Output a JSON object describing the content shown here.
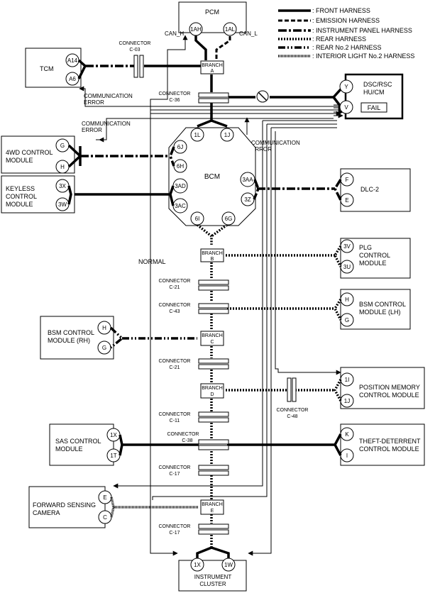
{
  "legend": [
    {
      "label": ": FRONT HARNESS",
      "style": "front"
    },
    {
      "label": ": EMISSION HARNESS",
      "style": "emis"
    },
    {
      "label": ": INSTRUMENT PANEL HARNESS",
      "style": "ip"
    },
    {
      "label": ": REAR HARNESS",
      "style": "rear"
    },
    {
      "label": ": REAR No.2 HARNESS",
      "style": "rear2"
    },
    {
      "label": ": INTERIOR LIGHT No.2 HARNESS",
      "style": "il2"
    }
  ],
  "pcm": {
    "label": "PCM",
    "pin_h": "1AH",
    "pin_l": "1AL",
    "can_h": "CAN_H",
    "can_l": "CAN_L"
  },
  "tcm": {
    "label": "TCM",
    "pin1": "A14",
    "pin2": "A6"
  },
  "connector_c03": {
    "line1": "CONNECTOR",
    "line2": "C-03"
  },
  "branch_a": {
    "line1": "BRANCH",
    "line2": "A"
  },
  "connector_c36": {
    "line1": "CONNECTOR",
    "line2": "C-36"
  },
  "comm_error_1": {
    "line1": "COMMUNICATION",
    "line2": "ERROR"
  },
  "comm_error_2": {
    "line1": "COMMUNICATION",
    "line2": "ERROR"
  },
  "comm_error_3": {
    "line1": "COMMUNICATION",
    "line2": "ERROR"
  },
  "dsc": {
    "line1": "DSC/RSC",
    "line2": "HU/CM",
    "fail": "FAIL",
    "pin1": "Y",
    "pin2": "V"
  },
  "fourwd": {
    "line1": "4WD CONTROL",
    "line2": "MODULE",
    "pin1": "G",
    "pin2": "H"
  },
  "keyless": {
    "line1": "KEYLESS",
    "line2": "CONTROL",
    "line3": "MODULE",
    "pin1": "3X",
    "pin2": "3W"
  },
  "bcm": {
    "label": "BCM",
    "pins": [
      "1L",
      "1J",
      "6J",
      "6H",
      "3AD",
      "3AC",
      "3AA",
      "3Z",
      "6I",
      "6G"
    ]
  },
  "dlc2": {
    "label": "DLC-2",
    "pin1": "F",
    "pin2": "E"
  },
  "normal": "NORMAL",
  "branch_b": {
    "line1": "BRANCH",
    "line2": "B"
  },
  "plg": {
    "line1": "PLG",
    "line2": "CONTROL",
    "line3": "MODULE",
    "pin1": "3V",
    "pin2": "3U"
  },
  "connector_c21a": {
    "line1": "CONNECTOR",
    "line2": "C-21"
  },
  "connector_c43": {
    "line1": "CONNECTOR",
    "line2": "C-43"
  },
  "bsm_lh": {
    "line1": "BSM CONTROL",
    "line2": "MODULE (LH)",
    "pin1": "H",
    "pin2": "G"
  },
  "bsm_rh": {
    "line1": "BSM CONTROL",
    "line2": "MODULE (RH)",
    "pin1": "H",
    "pin2": "G"
  },
  "branch_c": {
    "line1": "BRANCH",
    "line2": "C"
  },
  "connector_c21b": {
    "line1": "CONNECTOR",
    "line2": "C-21"
  },
  "branch_d": {
    "line1": "BRANCH",
    "line2": "D"
  },
  "connector_c48": {
    "line1": "CONNECTOR",
    "line2": "C-48"
  },
  "posmem": {
    "line1": "POSITION MEMORY",
    "line2": "CONTROL MODULE",
    "pin1": "1I",
    "pin2": "1J"
  },
  "connector_c11": {
    "line1": "CONNECTOR",
    "line2": "C-11"
  },
  "connector_c38": {
    "line1": "CONNECTOR",
    "line2": "C-38"
  },
  "sas": {
    "line1": "SAS CONTROL",
    "line2": "MODULE",
    "pin1": "1X",
    "pin2": "1T"
  },
  "theft": {
    "line1": "THEFT-DETERRENT",
    "line2": "CONTROL MODULE",
    "pin1": "K",
    "pin2": "I"
  },
  "connector_c17a": {
    "line1": "CONNECTOR",
    "line2": "C-17"
  },
  "fsc": {
    "line1": "FORWARD SENSING",
    "line2": "CAMERA",
    "pin1": "E",
    "pin2": "C"
  },
  "branch_e": {
    "line1": "BRANCH",
    "line2": "E"
  },
  "connector_c17b": {
    "line1": "CONNECTOR",
    "line2": "C-17"
  },
  "cluster": {
    "line1": "INSTRUMENT",
    "line2": "CLUSTER",
    "pin1": "1X",
    "pin2": "1W"
  }
}
